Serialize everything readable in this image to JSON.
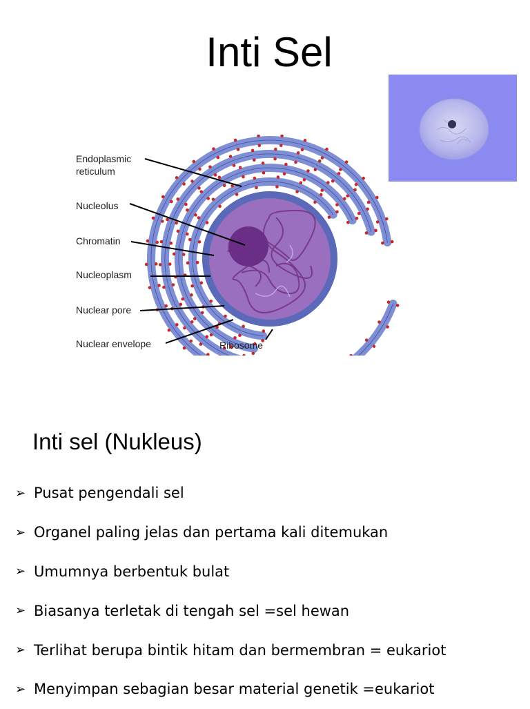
{
  "title": "Inti Sel",
  "diagram": {
    "labels": {
      "endoplasmic_reticulum_line1": "Endoplasmic",
      "endoplasmic_reticulum_line2": "reticulum",
      "nucleolus": "Nucleolus",
      "chromatin": "Chromatin",
      "nucleoplasm": "Nucleoplasm",
      "nuclear_pore": "Nuclear pore",
      "nuclear_envelope": "Nuclear envelope",
      "ribosome": "Ribosome"
    },
    "colors": {
      "er": "#7f8fd6",
      "er_stroke": "#4a5aa6",
      "ribosome": "#c62828",
      "nucleus": "#9a6fc0",
      "nucleus_stroke": "#5a6ab8",
      "nucleolus": "#6a2e86",
      "chromatin": "#7a3a8a"
    }
  },
  "photo": {
    "background": "#8a8af0"
  },
  "subtitle": "Inti sel (Nukleus)",
  "bullets": [
    "Pusat pengendali sel",
    "Organel paling jelas dan pertama kali ditemukan",
    "Umumnya berbentuk bulat",
    "Biasanya terletak di tengah sel =sel hewan",
    "Terlihat berupa bintik hitam dan bermembran = eukariot",
    "Menyimpan sebagian besar material genetik =eukariot"
  ],
  "bullet_marker": "➢"
}
